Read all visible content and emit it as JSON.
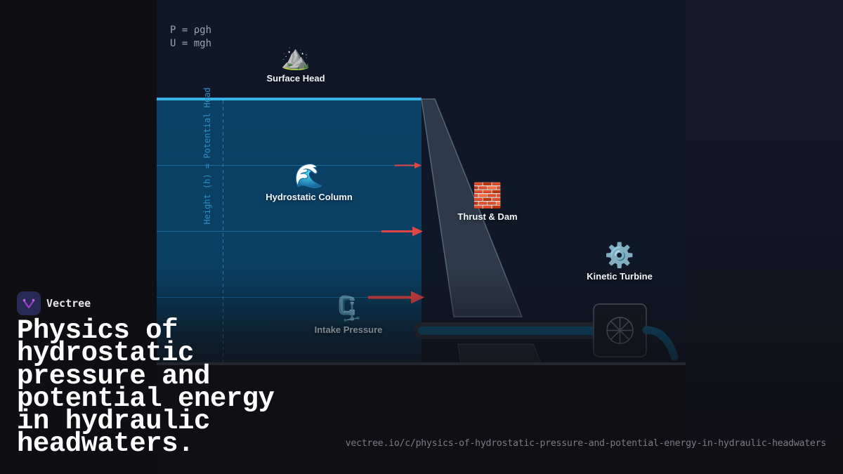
{
  "diagram": {
    "formulas": [
      "P = ρgh",
      "U = mgh"
    ],
    "axis_label": "Height (h) = Potential Head",
    "nodes": [
      {
        "id": "surface-head",
        "icon": "mountain-icon",
        "glyph": "⛰️",
        "label": "Surface Head"
      },
      {
        "id": "hydrostatic-column",
        "icon": "wave-icon",
        "glyph": "🌊",
        "label": "Hydrostatic Column"
      },
      {
        "id": "thrust-dam",
        "icon": "brick-icon",
        "glyph": "🧱",
        "label": "Thrust & Dam"
      },
      {
        "id": "kinetic-turbine",
        "icon": "gear-icon",
        "glyph": "⚙️",
        "label": "Kinetic Turbine"
      },
      {
        "id": "intake-pressure",
        "icon": "clamp-icon",
        "glyph": "🗜️",
        "label": "Intake Pressure"
      }
    ],
    "pressure_arrows": [
      "small",
      "medium",
      "large"
    ],
    "colors": {
      "water": "#0b4166",
      "water_surface": "#38b2e8",
      "arrow": "#e04444",
      "dam": "#2e3a4b",
      "dam_stroke": "#55657a",
      "penstock": "#0e5a80",
      "panel_bg": "#101828"
    }
  },
  "brand": {
    "name": "Vectree",
    "logo_icon": "vectree-logo-icon"
  },
  "title": "Physics of hydrostatic pressure and potential energy in hydraulic headwaters.",
  "url": "vectree.io/c/physics-of-hydrostatic-pressure-and-potential-energy-in-hydraulic-headwaters"
}
